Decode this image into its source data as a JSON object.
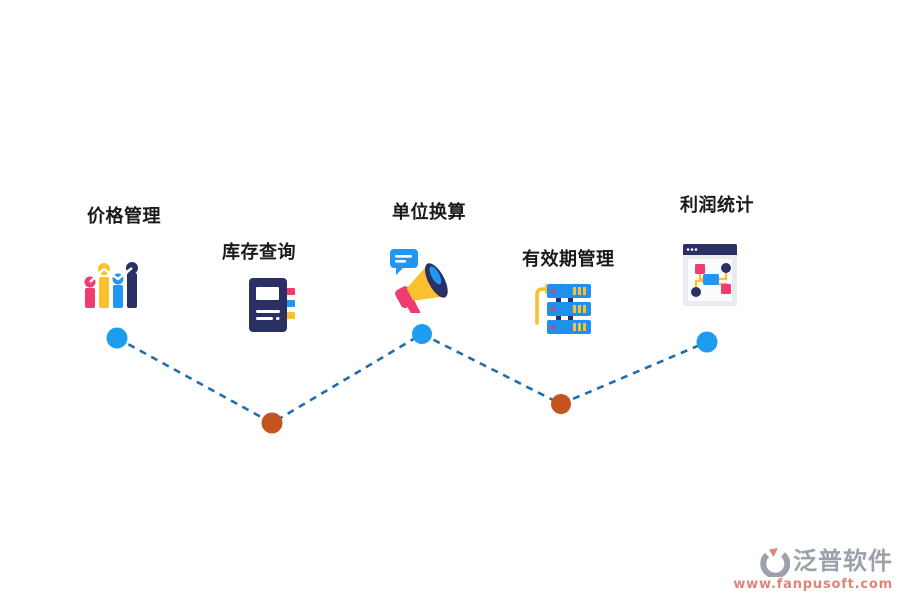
{
  "diagram": {
    "features": [
      {
        "label": "价格管理",
        "icon": "bar-chart-icon",
        "node_color": "blue"
      },
      {
        "label": "库存查询",
        "icon": "notebook-icon",
        "node_color": "orange"
      },
      {
        "label": "单位换算",
        "icon": "megaphone-icon",
        "node_color": "blue"
      },
      {
        "label": "有效期管理",
        "icon": "server-stack-icon",
        "node_color": "orange"
      },
      {
        "label": "利润统计",
        "icon": "flowchart-window-icon",
        "node_color": "blue"
      }
    ]
  },
  "watermark": {
    "logo_icon": "fanpu-logo-icon",
    "brand": "泛普软件",
    "url": "www.fanpusoft.com"
  },
  "colors": {
    "label": "#1a1a1a",
    "pink": "#ee3c6f",
    "yellow": "#fac02d",
    "blue": "#2196f3",
    "sky": "#1e90f0",
    "navy": "#2b3064",
    "red": "#e93a55",
    "frame": "#e9ebef",
    "panel": "#fafbfc",
    "line": "#1f6cb0",
    "node_blue": "#1e9df0",
    "node_orange": "#c5541f",
    "wm_grey": "#9ba2aa",
    "wm_salmon": "#df8576"
  }
}
